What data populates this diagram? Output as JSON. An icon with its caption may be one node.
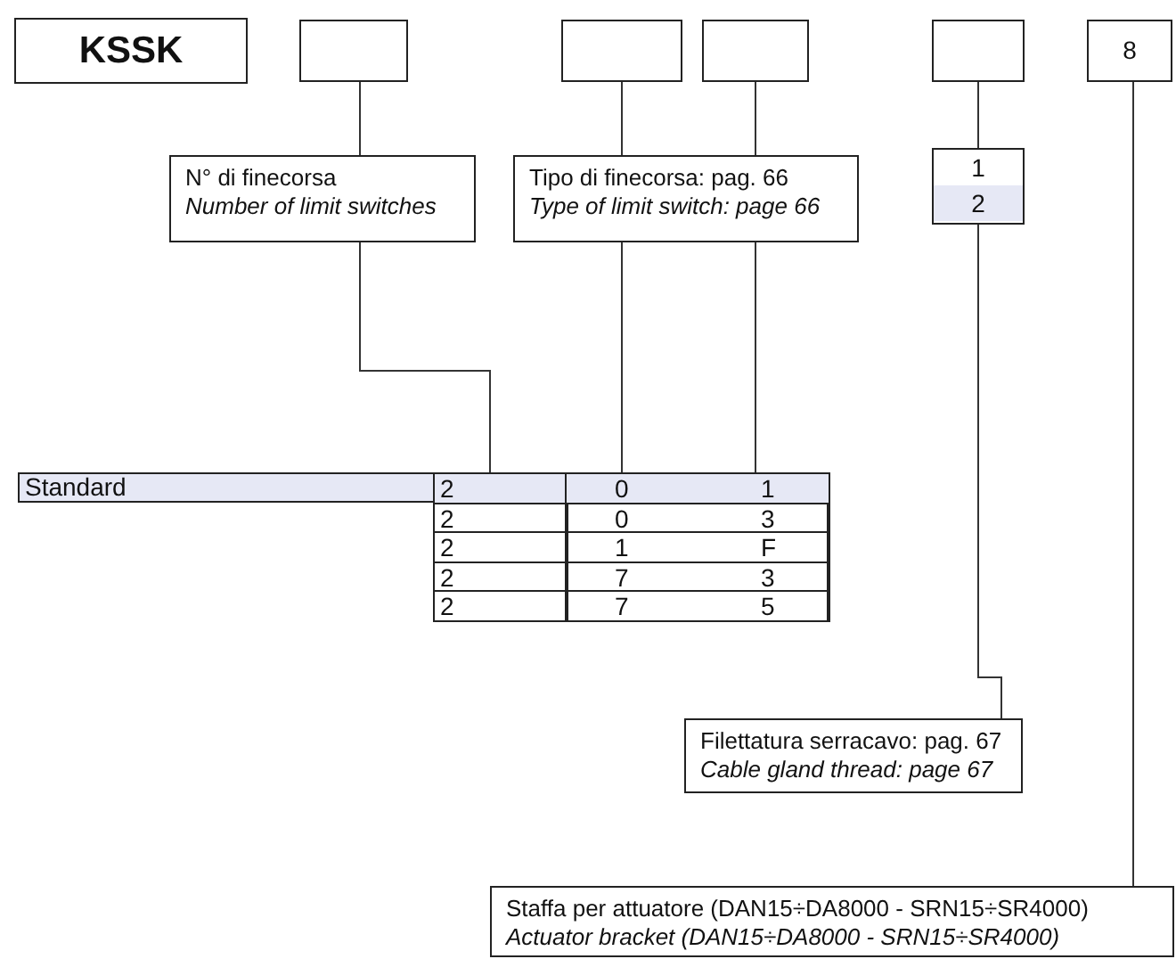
{
  "diagram": {
    "nodes": [
      {
        "text": [
          "KSSK"
        ]
      },
      {
        "text": [],
        "shape": "box"
      },
      {
        "text": [],
        "shape": "box"
      },
      {
        "text": [],
        "shape": "box"
      },
      {
        "text": [],
        "shape": "box"
      },
      {
        "text": [
          "8"
        ]
      },
      {
        "text": [
          "N° di finecorsa",
          "Number of limit switches"
        ]
      },
      {
        "text": [
          "Tipo di finecorsa: pag. 66",
          "Type of limit switch: page 66"
        ]
      },
      {
        "text": [
          "1",
          "2"
        ]
      },
      {
        "text": [],
        "shape": "box"
      },
      {
        "text": [
          "Filettatura serracavo: pag. 67",
          "Cable gland thread: page 67"
        ]
      },
      {
        "text": [
          "Staffa per attuatore (DAN15÷DA8000 - SRN15÷SR4000)",
          "Actuator bracket (DAN15÷DA8000 - SRN15÷SR4000)"
        ]
      }
    ],
    "edges": [
      {
        "from": 1,
        "to": 6,
        "arrow": "none"
      },
      {
        "from": 2,
        "to": 7,
        "arrow": "none"
      },
      {
        "from": 3,
        "to": 7,
        "arrow": "none"
      },
      {
        "from": 4,
        "to": 8,
        "arrow": "none"
      },
      {
        "from": 6,
        "to": 9,
        "arrow": "none"
      },
      {
        "from": 7,
        "to": 9,
        "arrow": "none"
      },
      {
        "from": 7,
        "to": 9,
        "arrow": "none"
      },
      {
        "from": 8,
        "to": 10,
        "arrow": "none"
      },
      {
        "from": 5,
        "to": 11,
        "arrow": "none"
      }
    ],
    "labels": [
      "Standard",
      "2",
      "0",
      "1",
      "2",
      "0",
      "3",
      "2",
      "1",
      "F",
      "2",
      "7",
      "3",
      "2",
      "7",
      "5"
    ]
  }
}
